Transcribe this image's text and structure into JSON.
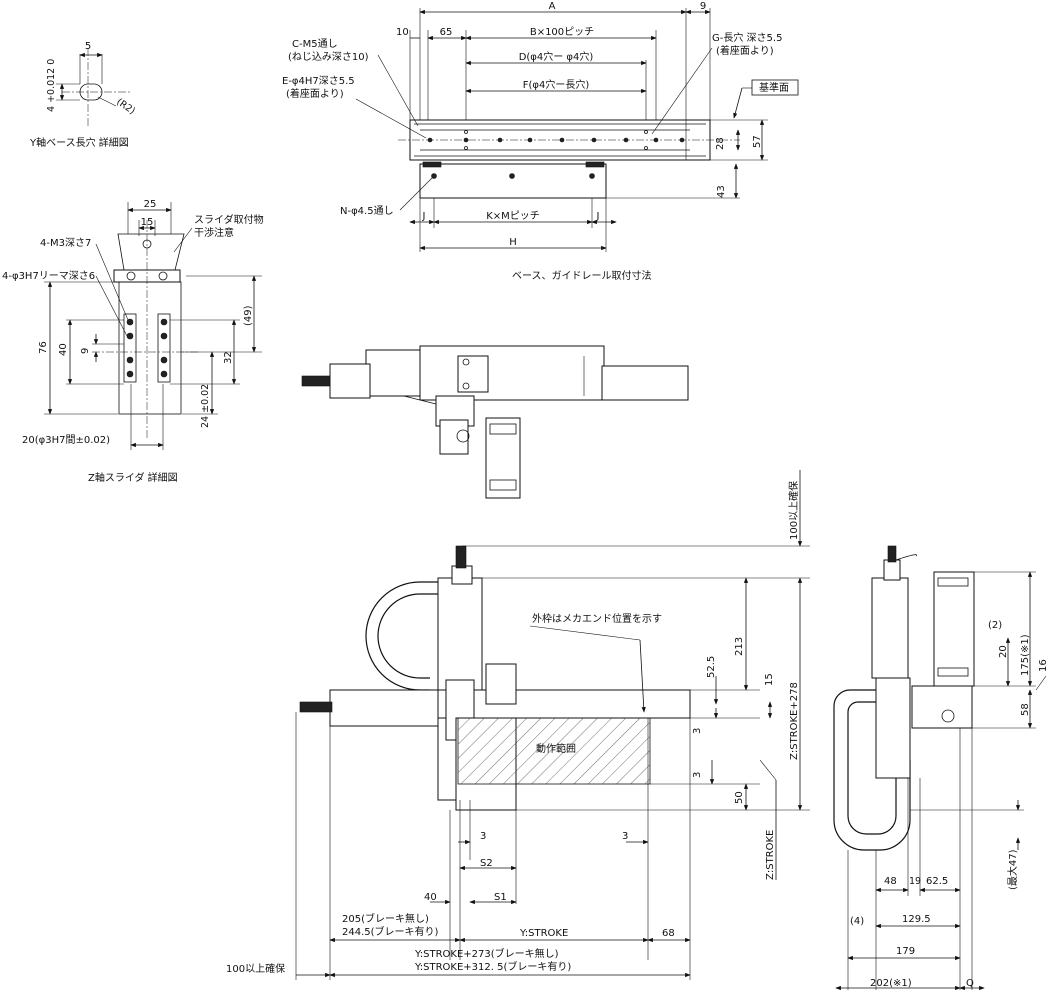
{
  "labels": {
    "y_base_slot": {
      "tol": "4 +0.012 0",
      "dim_5": "5",
      "r2": "(R2)",
      "caption": "Y軸ベース長穴 詳細図"
    },
    "z_slider": {
      "dim_25": "25",
      "dim_15": "15",
      "note1": "スライダ取付物",
      "note2": "干渉注意",
      "m3": "4-M3深さ7",
      "reamer": "4-φ3H7リーマ深さ6",
      "dim_49": "(49)",
      "dim_76": "76",
      "dim_40": "40",
      "dim_9": "9",
      "dim_32": "32",
      "dim_24": "24 ±0.02",
      "dim_20": "20(φ3H7間±0.02)",
      "caption": "Z軸スライダ 詳細図"
    },
    "base_rail": {
      "A": "A",
      "dim_9": "9",
      "dim_10": "10",
      "dim_65": "65",
      "B": "B×100ピッチ",
      "D": "D(φ4穴ー φ4穴)",
      "F": "F(φ4穴ー長穴)",
      "C1": "C-M5通し",
      "C2": "(ねじ込み深さ10)",
      "E1": "E-φ4H7深さ5.5",
      "E2": "(着座面より)",
      "G1": "G-長穴 深さ5.5",
      "G2": "(着座面より)",
      "ref": "基準面",
      "dim_28": "28",
      "dim_57": "57",
      "dim_43": "43",
      "N": "N-φ4.5通し",
      "J": "J",
      "KM": "K×Mピッチ",
      "H": "H",
      "caption": "ベース、ガイドレール取付寸法"
    },
    "main": {
      "clear100v": "100以上確保",
      "outer": "外枠はメカエンド位置を示す",
      "range": "動作範囲",
      "dim_213": "213",
      "dim_52_5": "52.5",
      "dim_15": "15",
      "dim_3a": "3",
      "dim_3b": "3",
      "dim_50": "50",
      "zs278": "Z:STROKE+278",
      "zs": "Z:STROKE",
      "dim_3c": "3",
      "dim_3d": "3",
      "S2": "S2",
      "S1": "S1",
      "dim_40": "40",
      "d205": "205(ブレーキ無し)",
      "d244": "244.5(ブレーキ有り)",
      "ys": "Y:STROKE",
      "dim_68": "68",
      "ys273": "Y:STROKE+273(ブレーキ無し)",
      "ys312": "Y:STROKE+312. 5(ブレーキ有り)",
      "clear100h": "100以上確保"
    },
    "side": {
      "d175": "175(※1)",
      "d2": "(2)",
      "d20": "20",
      "d16": "16",
      "d58": "58",
      "max47": "(最大47)",
      "d48": "48",
      "d19": "19",
      "d62": "62.5",
      "d4": "(4)",
      "d129": "129.5",
      "d179": "179",
      "d202": "202(※1)",
      "Q": "Q"
    }
  }
}
